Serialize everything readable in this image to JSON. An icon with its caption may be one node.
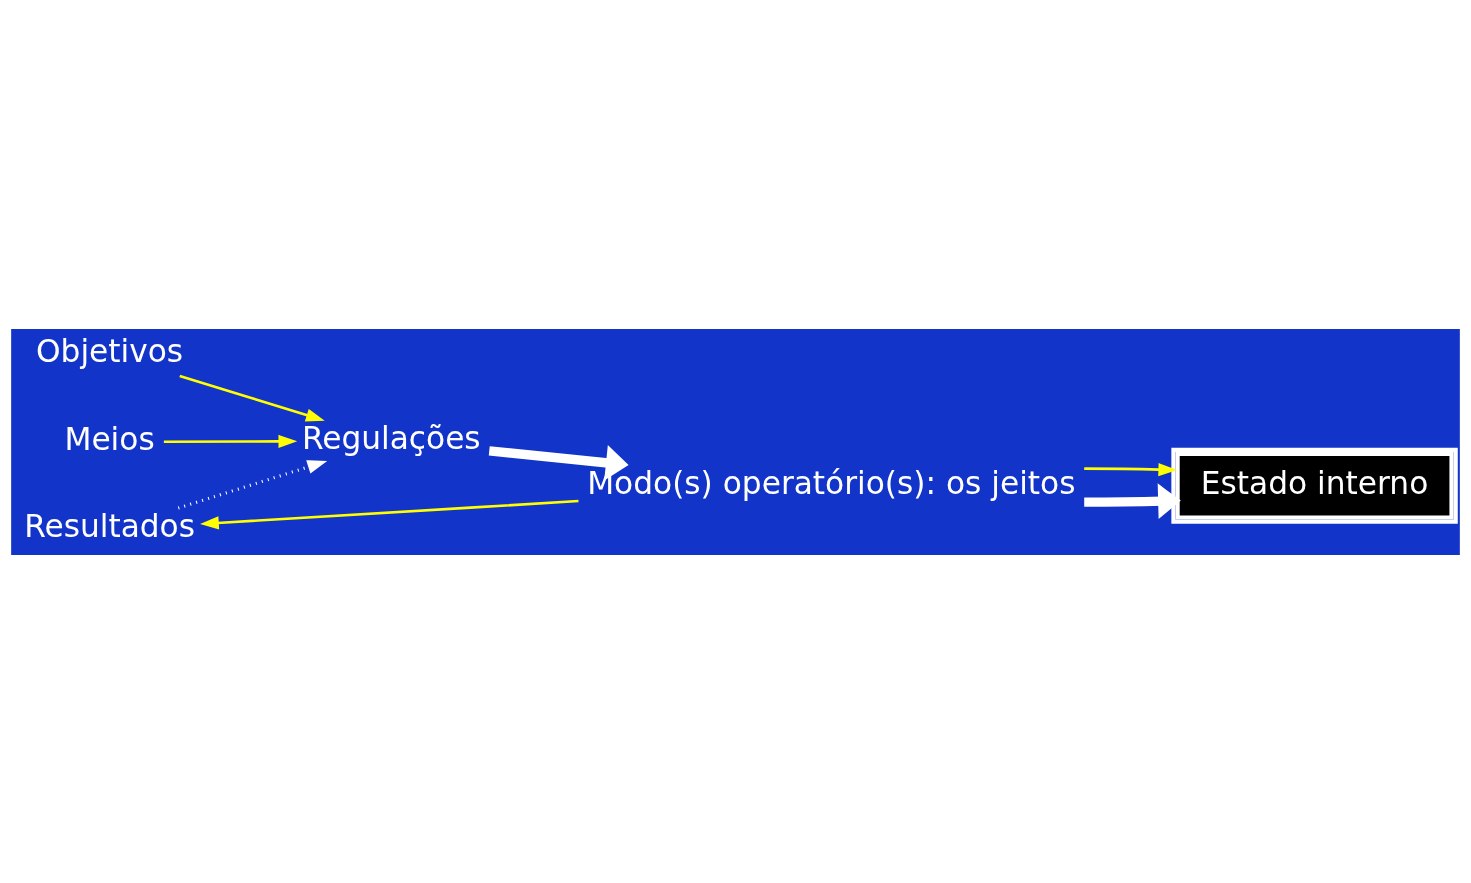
{
  "diagram": {
    "nodes": [
      {
        "text": [
          "Resultados"
        ]
      },
      {
        "text": [
          "Objetivos"
        ]
      },
      {
        "text": [
          "Meios"
        ]
      },
      {
        "text": [
          "Regulações"
        ]
      },
      {
        "text": [
          "Modo(s) operatório(s): os jeitos"
        ]
      },
      {
        "text": [
          "Estado interno"
        ]
      }
    ],
    "edges": [
      {
        "from": 4,
        "to": 0,
        "arrow": "to"
      },
      {
        "from": 0,
        "to": 3,
        "arrow": "to",
        "style": "dashed",
        "color": "#ffffff"
      },
      {
        "from": 1,
        "to": 3,
        "arrow": "to"
      },
      {
        "from": 2,
        "to": 3,
        "arrow": "to"
      },
      {
        "from": 3,
        "to": 4,
        "arrow": "to",
        "style": "thick",
        "color": "#ffffff"
      },
      {
        "from": 4,
        "to": 5,
        "arrow": "to",
        "style": "thick",
        "color": "#ffffff"
      },
      {
        "from": 4,
        "to": 5,
        "arrow": "to"
      }
    ]
  }
}
